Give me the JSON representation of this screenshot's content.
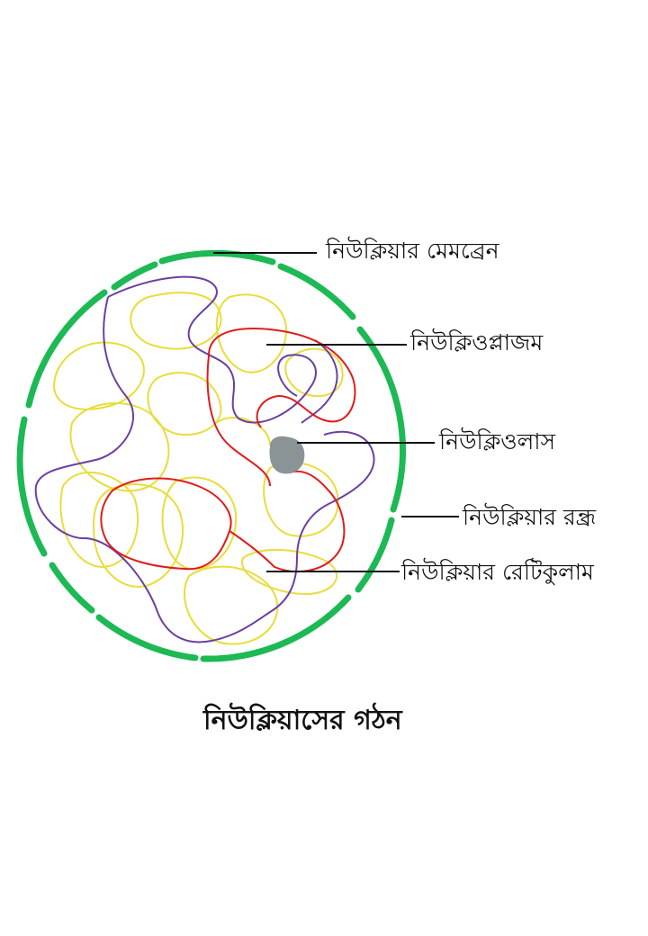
{
  "diagram": {
    "caption": "নিউক্লিয়াসের গঠন",
    "labels": {
      "membrane": "নিউক্লিয়ার মেমব্রেন",
      "nucleoplasm": "নিউক্লিওপ্লাজম",
      "nucleolus": "নিউক্লিওলাস",
      "pore": "নিউক্লিয়ার রন্ধ্র",
      "reticulum": "নিউক্লিয়ার রেটিকুলাম"
    },
    "colors": {
      "membrane": "#1db954",
      "nucleolus": "#8a9396",
      "yellow_threads": "#e8dd3a",
      "purple_threads": "#6b3fa0",
      "red_threads": "#e01b1b",
      "leader_lines": "#111111"
    }
  }
}
